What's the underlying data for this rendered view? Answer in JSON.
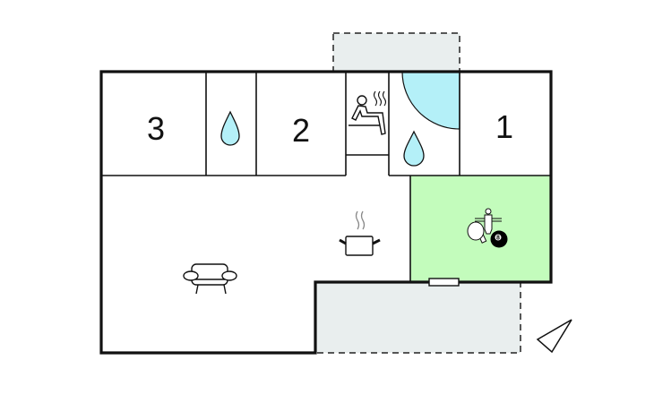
{
  "floorplan": {
    "rooms": [
      {
        "id": "bedroom-3",
        "label": "3"
      },
      {
        "id": "bedroom-2",
        "label": "2"
      },
      {
        "id": "bedroom-1",
        "label": "1"
      }
    ],
    "billiard_ball_number": "8",
    "colors": {
      "wall": "#111111",
      "water": "#b4f0f8",
      "game_room": "#c3fcbc",
      "outdoor": "#e9eeee"
    },
    "icons": [
      "water-drop-icon",
      "sauna-icon",
      "cooking-pot-icon",
      "sofa-icon",
      "foosball-icon",
      "ping-pong-icon",
      "billiard-ball-icon",
      "compass-icon"
    ]
  }
}
